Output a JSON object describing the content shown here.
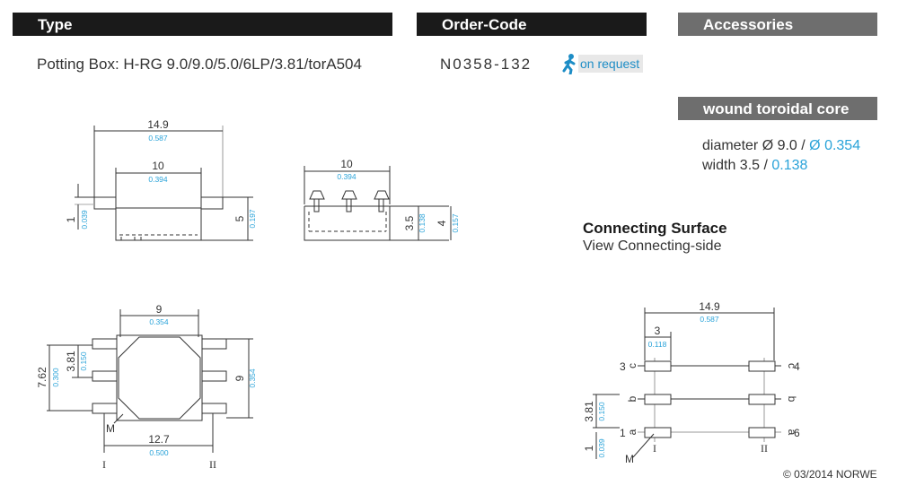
{
  "headers": {
    "type": "Type",
    "order_code": "Order-Code",
    "accessories": "Accessories",
    "wound_core": "wound toroidal core"
  },
  "type_value": "Potting Box:  H-RG 9.0/9.0/5.0/6LP/3.81/torA504",
  "order_code_value": "N0358-132",
  "on_request_label": "on request",
  "core": {
    "diameter_label": "diameter Ø 9.0 / ",
    "diameter_inch": "Ø 0.354",
    "width_label": "width 3.5 / ",
    "width_inch": "0.138"
  },
  "connecting": {
    "title": "Connecting Surface",
    "subtitle": "View Connecting-side"
  },
  "copyright": "© 03/2014 NORWE",
  "colors": {
    "accent_blue": "#2aa3d9",
    "header_dark": "#1a1a1a",
    "header_grey": "#6e6e6e"
  },
  "drawings": {
    "front": {
      "w_mm": "14.9",
      "w_in": "0.587",
      "inner_mm": "10",
      "inner_in": "0.394",
      "pin_mm": "1",
      "pin_in": "0.039",
      "h_mm": "5",
      "h_in": "0.197"
    },
    "side": {
      "w_mm": "10",
      "w_in": "0.394",
      "h1_mm": "3.5",
      "h1_in": "0.138",
      "h2_mm": "4",
      "h2_in": "0.157"
    },
    "top": {
      "w_mm": "9",
      "w_in": "0.354",
      "pitch_mm": "3.81",
      "pitch_in": "0.150",
      "span_mm": "7.62",
      "span_in": "0.300",
      "h_mm": "9",
      "h_in": "0.354",
      "row_mm": "12.7",
      "row_in": "0.500",
      "mark": "M",
      "row1": "I",
      "row2": "II"
    },
    "connect": {
      "w_mm": "14.9",
      "w_in": "0.587",
      "pad_mm": "3",
      "pad_in": "0.118",
      "pitch_mm": "3.81",
      "pitch_in": "0.150",
      "off_mm": "1",
      "off_in": "0.039",
      "mark": "M",
      "row1": "I",
      "row2": "II",
      "pins_left": [
        {
          "num": "3",
          "letter": "c"
        },
        {
          "num": "",
          "letter": "b"
        },
        {
          "num": "1",
          "letter": "a"
        }
      ],
      "pins_right": [
        {
          "num": "4",
          "letter": "c"
        },
        {
          "num": "",
          "letter": "b"
        },
        {
          "num": "6",
          "letter": "a"
        }
      ]
    }
  }
}
